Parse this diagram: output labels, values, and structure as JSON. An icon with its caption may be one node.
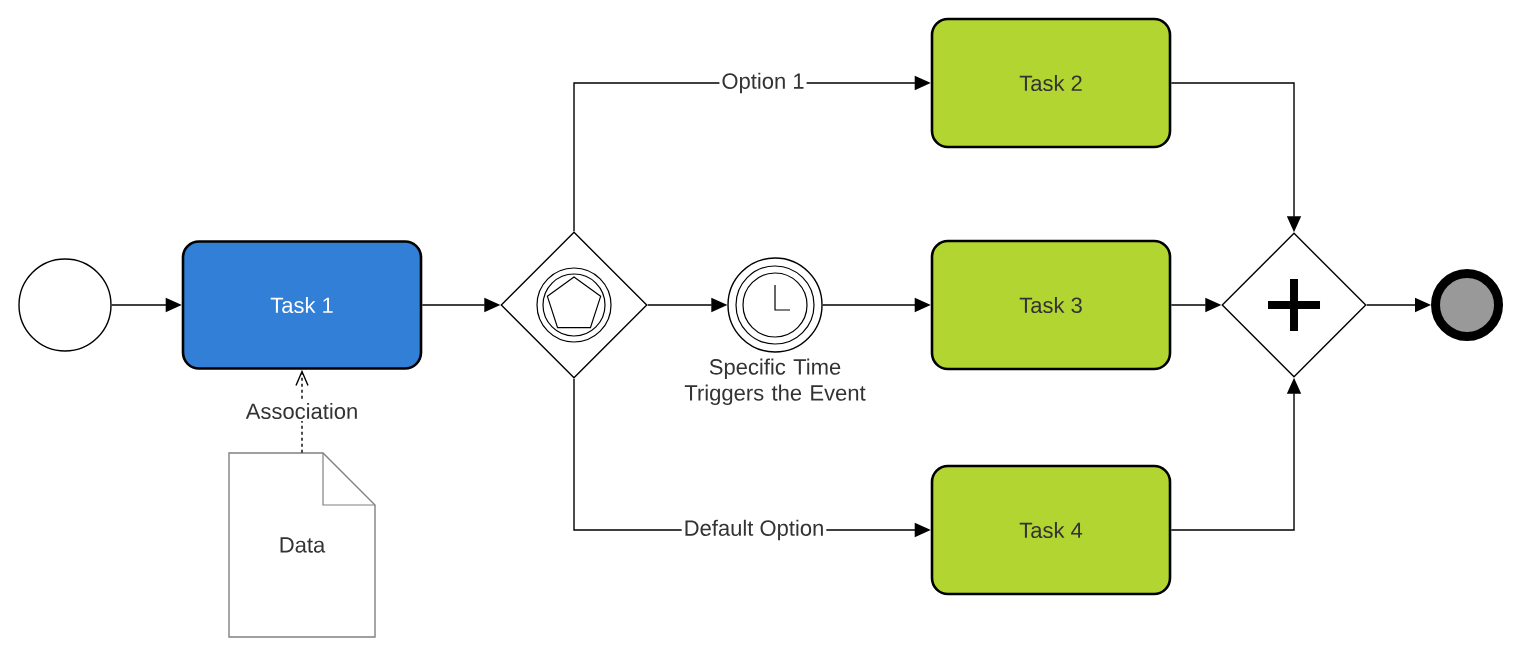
{
  "diagram": {
    "nodes": [
      {
        "text": [],
        "shape": "circle"
      },
      {
        "text": [
          "Task 1"
        ]
      },
      {
        "text": [
          "Data"
        ]
      },
      {
        "text": [],
        "shape": "diamond"
      },
      {
        "text": [],
        "shape": "circle",
        "beside": [
          "Specific Time Triggers the Event"
        ]
      },
      {
        "text": [
          "Task 2"
        ]
      },
      {
        "text": [
          "Task 3"
        ]
      },
      {
        "text": [
          "Task 4"
        ]
      },
      {
        "text": [],
        "shape": "diamond"
      },
      {
        "text": [],
        "shape": "circle"
      }
    ],
    "edges": [
      {
        "from": 0,
        "to": 1,
        "arrow": "to"
      },
      {
        "from": 2,
        "to": 1,
        "arrow": "to",
        "style": "dashed",
        "label": "Association"
      },
      {
        "from": 1,
        "to": 3,
        "arrow": "to"
      },
      {
        "from": 3,
        "to": 5,
        "arrow": "to",
        "label": "Option 1"
      },
      {
        "from": 3,
        "to": 4,
        "arrow": "to"
      },
      {
        "from": 4,
        "to": 6,
        "arrow": "to"
      },
      {
        "from": 3,
        "to": 7,
        "arrow": "to",
        "label": "Default Option"
      },
      {
        "from": 5,
        "to": 8,
        "arrow": "to"
      },
      {
        "from": 6,
        "to": 8,
        "arrow": "to"
      },
      {
        "from": 7,
        "to": 8,
        "arrow": "to"
      },
      {
        "from": 8,
        "to": 9,
        "arrow": "to"
      }
    ]
  }
}
